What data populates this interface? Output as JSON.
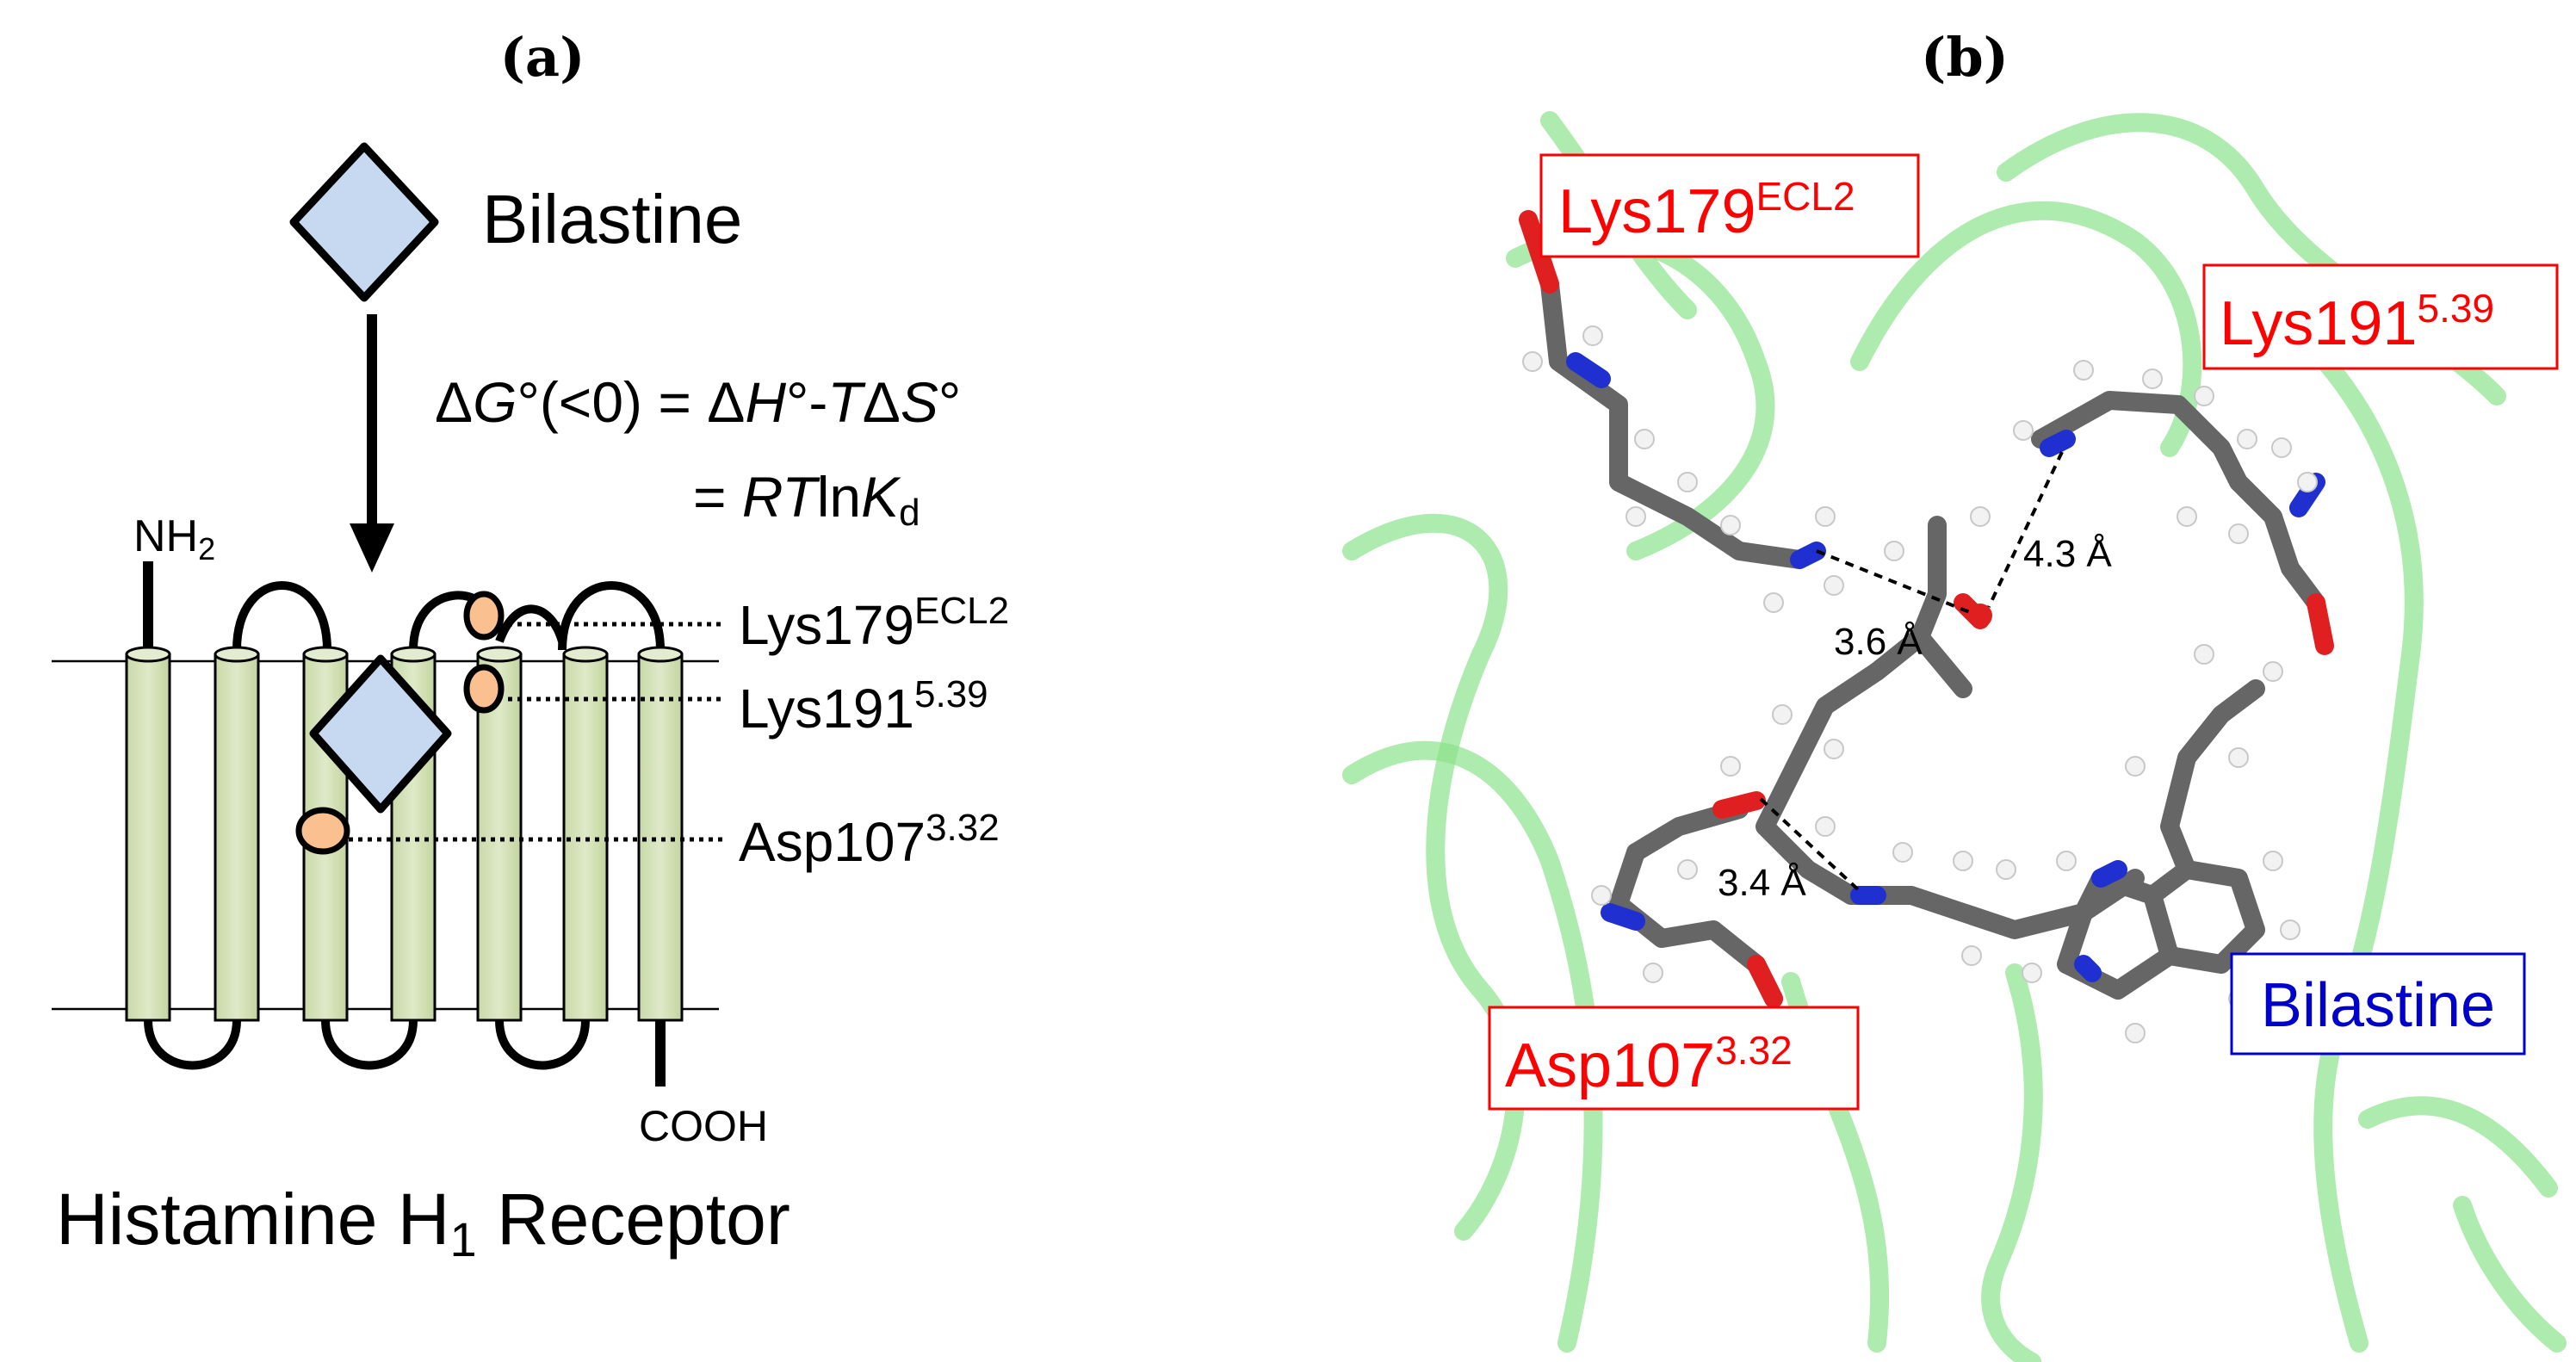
{
  "panel_a": {
    "label": "(a)",
    "ligand_name": "Bilastine",
    "equation_line1": "ΔG°(<0) = ΔH°-TΔS°",
    "equation_line2": "= RTlnKd",
    "nh2_label": "NH",
    "nh2_sub": "2",
    "cooh_label": "COOH",
    "receptor_title": "Histamine H",
    "receptor_title_sub": "1",
    "receptor_title_end": " Receptor",
    "residues": [
      {
        "name": "Lys179",
        "sup": "ECL2"
      },
      {
        "name": "Lys191",
        "sup": "5.39"
      },
      {
        "name": "Asp107",
        "sup": "3.32"
      }
    ],
    "colors": {
      "ligand_fill": "#c6d9f0",
      "helix_fill": "#d7e4bd",
      "residue_fill": "#fac090"
    }
  },
  "panel_b": {
    "label": "(b)",
    "residue_boxes": [
      {
        "name": "Lys179",
        "sup": "ECL2"
      },
      {
        "name": "Lys191",
        "sup": "5.39"
      },
      {
        "name": "Asp107",
        "sup": "3.32"
      }
    ],
    "ligand_box": "Bilastine",
    "distances": [
      "3.6 Å",
      "4.3 Å",
      "3.4 Å"
    ],
    "colors": {
      "residue_text": "#ff0000",
      "ligand_text": "#0000cc",
      "ribbon": "#7ddc7d",
      "carbon": "#666666",
      "oxygen": "#e02020",
      "nitrogen": "#2030d0",
      "hydrogen": "#f2f2f2"
    }
  }
}
